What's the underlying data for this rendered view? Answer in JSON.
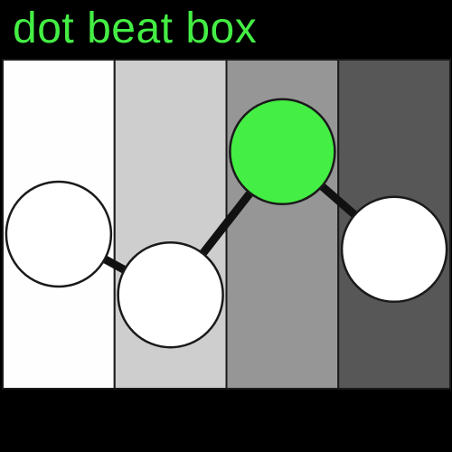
{
  "app": {
    "title": "dot beat box"
  },
  "board": {
    "column_colors": [
      "#fefefe",
      "#cecece",
      "#969696",
      "#575757"
    ],
    "dots": [
      {
        "column": 1,
        "level": 0.45,
        "active": false
      },
      {
        "column": 2,
        "level": 0.17,
        "active": false
      },
      {
        "column": 3,
        "level": 0.83,
        "active": true
      },
      {
        "column": 4,
        "level": 0.38,
        "active": false
      }
    ]
  },
  "colors": {
    "background": "#000000",
    "accent": "#44ee44",
    "dot_fill": "#ffffff",
    "dot_active_fill": "#44ee44",
    "connector": "#111111",
    "outline": "#1a1a1a"
  }
}
